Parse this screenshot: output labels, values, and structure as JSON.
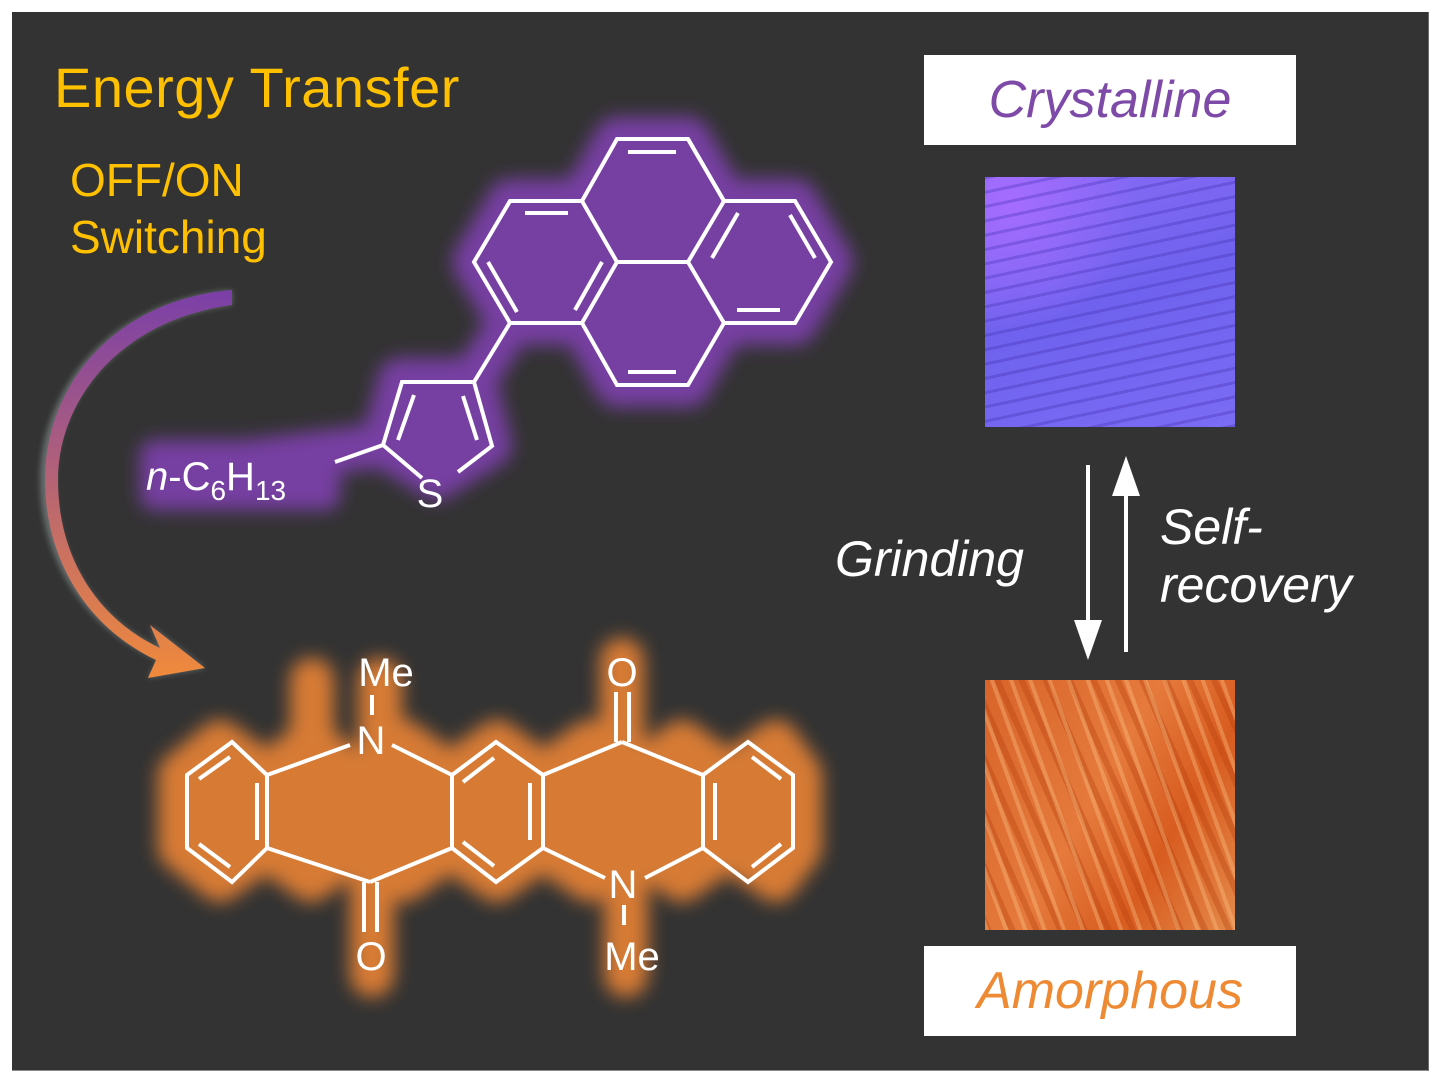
{
  "header": {
    "title": "Energy Transfer",
    "subtitle_line1": "OFF/ON",
    "subtitle_line2": "Switching"
  },
  "molecules": {
    "donor": {
      "name": "pyrenyl-thiophene",
      "substituent_prefix": "n",
      "substituent_c": "-C",
      "substituent_c_sub": "6",
      "substituent_h": "H",
      "substituent_h_sub": "13",
      "heteroatom": "S",
      "glow_color": "#7a3fa8"
    },
    "acceptor": {
      "name": "N,N'-dimethylquinacridone",
      "methyl_top": "Me",
      "methyl_bottom": "Me",
      "nitrogen_top": "N",
      "nitrogen_bottom": "N",
      "oxygen_top": "O",
      "oxygen_bottom": "O",
      "glow_color": "#e07f35"
    }
  },
  "states": {
    "crystalline": {
      "label": "Crystalline",
      "color": "#7e4aa8"
    },
    "amorphous": {
      "label": "Amorphous",
      "color": "#ef8a34"
    }
  },
  "processes": {
    "forward": "Grinding",
    "reverse_line1": "Self-",
    "reverse_line2": "recovery"
  },
  "colors": {
    "background": "#333333",
    "title": "#ffc000",
    "arrow_start": "#7a3fa8",
    "arrow_end": "#f08a3c"
  }
}
